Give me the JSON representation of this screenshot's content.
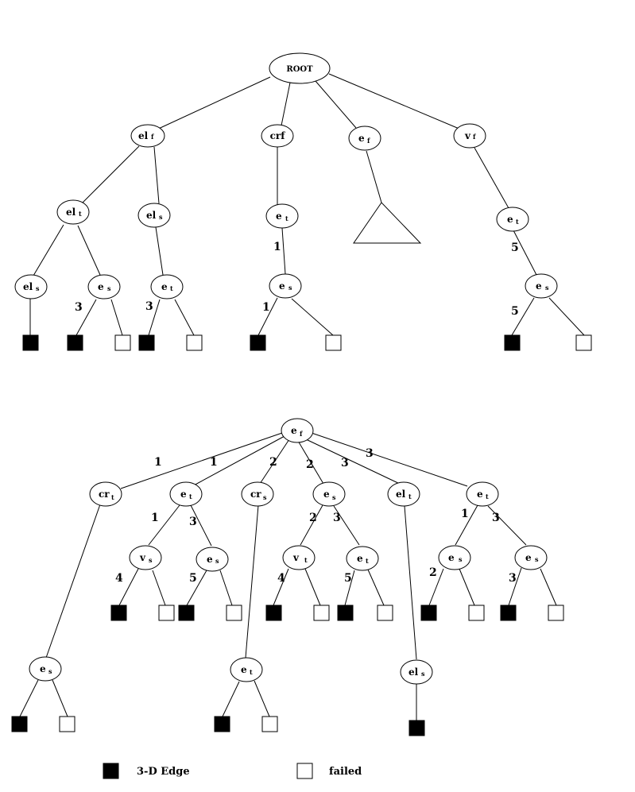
{
  "nodes": {
    "root": {
      "label": "ROOT",
      "sub": ""
    },
    "elf": {
      "label": "el",
      "sub": "f"
    },
    "crf": {
      "label": "crf",
      "sub": ""
    },
    "ef_top": {
      "label": "e",
      "sub": "f"
    },
    "vf": {
      "label": "v",
      "sub": "f"
    },
    "elt": {
      "label": "el",
      "sub": "t"
    },
    "els_top": {
      "label": "el",
      "sub": "s"
    },
    "et_cr": {
      "label": "e",
      "sub": "t"
    },
    "et_vf": {
      "label": "e",
      "sub": "t"
    },
    "els_a": {
      "label": "el",
      "sub": "s"
    },
    "es_a": {
      "label": "e",
      "sub": "s"
    },
    "et_a": {
      "label": "e",
      "sub": "t"
    },
    "es_cr": {
      "label": "e",
      "sub": "s"
    },
    "es_vf": {
      "label": "e",
      "sub": "s"
    },
    "ef_bot": {
      "label": "e",
      "sub": "f"
    },
    "cr_t": {
      "label": "cr",
      "sub": "t"
    },
    "e_t1": {
      "label": "e",
      "sub": "t"
    },
    "cr_s": {
      "label": "cr",
      "sub": "s"
    },
    "e_s1": {
      "label": "e",
      "sub": "s"
    },
    "el_t2": {
      "label": "el",
      "sub": "t"
    },
    "e_t2": {
      "label": "e",
      "sub": "t"
    },
    "v_s": {
      "label": "v",
      "sub": "s"
    },
    "e_s2": {
      "label": "e",
      "sub": "s"
    },
    "v_t": {
      "label": "v",
      "sub": "t"
    },
    "e_t3": {
      "label": "e",
      "sub": "t"
    },
    "e_s3": {
      "label": "e",
      "sub": "s"
    },
    "e_s4": {
      "label": "e",
      "sub": "s"
    },
    "e_s5": {
      "label": "e",
      "sub": "s"
    },
    "e_t4": {
      "label": "e",
      "sub": "t"
    },
    "el_s2": {
      "label": "el",
      "sub": "s"
    }
  },
  "edge_labels": [
    "3",
    "3",
    "1",
    "1",
    "5",
    "5",
    "1",
    "1",
    "2",
    "2",
    "3",
    "3",
    "1",
    "3",
    "4",
    "5",
    "2",
    "3",
    "4",
    "5",
    "1",
    "3",
    "2",
    "3"
  ],
  "legend": {
    "edge_label": "3-D Edge",
    "failed_label": "failed"
  }
}
